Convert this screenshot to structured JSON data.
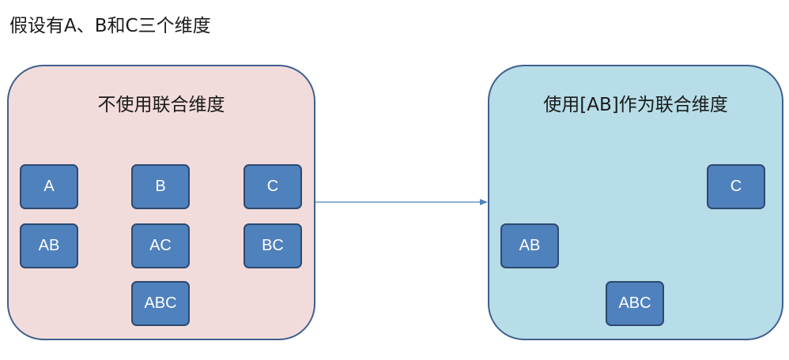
{
  "heading": "假设有A、B和C三个维度",
  "left_panel": {
    "title": "不使用联合维度",
    "nodes": [
      "A",
      "B",
      "C",
      "AB",
      "AC",
      "BC",
      "ABC"
    ]
  },
  "right_panel": {
    "title": "使用[AB]作为联合维度",
    "nodes": [
      "C",
      "AB",
      "ABC"
    ]
  },
  "colors": {
    "left_panel_fill": "#f2dcdb",
    "right_panel_fill": "#b7dde8",
    "panel_border": "#3f5f8c",
    "node_fill": "#4f81bd",
    "node_border": "#2d4a6f",
    "arrow": "#4f81bd"
  }
}
